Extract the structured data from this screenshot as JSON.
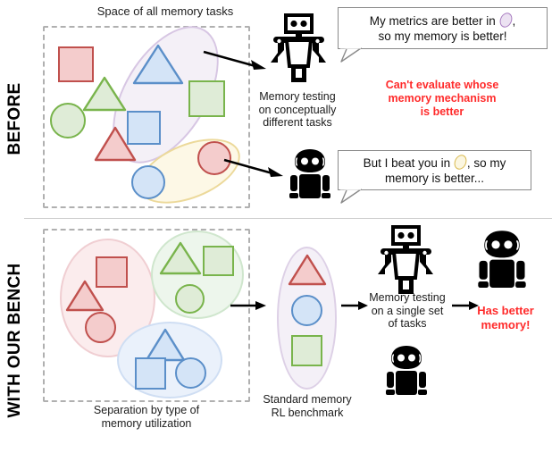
{
  "figure": {
    "sections": [
      {
        "id": "before",
        "side_label": "BEFORE"
      },
      {
        "id": "with_bench",
        "side_label": "WITH OUR BENCH"
      }
    ]
  },
  "top": {
    "title": "Space of all memory tasks",
    "testing_caption": "Memory testing\non conceptually\ndifferent tasks",
    "conclusion": "Can't evaluate whose\nmemory mechanism\nis better",
    "bubble1": {
      "pre": "My metrics are better in",
      "post": ",",
      "line2": "so my memory is better!",
      "ellipse_color": "#c9a8d4",
      "ellipse_fill": "#ece2f2"
    },
    "bubble2": {
      "pre": "But I beat you in",
      "post": ", so my",
      "line2": "memory is better...",
      "ellipse_color": "#d9b94e",
      "ellipse_fill": "#fbf6e0"
    },
    "groups": [
      {
        "name": "purple-cluster",
        "fill": "#f4f0f7",
        "stroke": "#d7c6e3"
      },
      {
        "name": "yellow-cluster",
        "fill": "#fdf8e6",
        "stroke": "#ecd99a"
      }
    ],
    "shapes": [
      {
        "type": "square",
        "color": "red"
      },
      {
        "type": "triangle",
        "color": "blue"
      },
      {
        "type": "triangle",
        "color": "green"
      },
      {
        "type": "square",
        "color": "green"
      },
      {
        "type": "circle",
        "color": "green"
      },
      {
        "type": "square",
        "color": "blue"
      },
      {
        "type": "triangle",
        "color": "red"
      },
      {
        "type": "circle",
        "color": "red"
      },
      {
        "type": "circle",
        "color": "blue"
      }
    ]
  },
  "bottom": {
    "separation_caption": "Separation by type of\nmemory utilization",
    "benchmark_caption": "Standard memory\nRL benchmark",
    "testing_caption": "Memory testing\non a single set\nof tasks",
    "conclusion": "Has better\nmemory!",
    "groups": [
      {
        "name": "red-group",
        "fill": "#fbeced",
        "stroke": "#f0ced2",
        "shapes": [
          "square",
          "triangle",
          "circle"
        ],
        "color": "red"
      },
      {
        "name": "green-group",
        "fill": "#edf6ec",
        "stroke": "#cfe6cd",
        "shapes": [
          "triangle",
          "square",
          "circle"
        ],
        "color": "green"
      },
      {
        "name": "blue-group",
        "fill": "#eaf1fb",
        "stroke": "#cfdef3",
        "shapes": [
          "triangle",
          "square",
          "circle"
        ],
        "color": "blue"
      }
    ],
    "benchmark_group": {
      "name": "benchmark-cluster",
      "fill": "#f4f0f7",
      "stroke": "#ddd0e6",
      "shapes": [
        "triangle",
        "circle",
        "square"
      ]
    }
  },
  "palette": {
    "red_stroke": "#c0504d",
    "red_fill": "#f4cccc",
    "green_stroke": "#79b44c",
    "green_fill": "#dfecd7",
    "blue_stroke": "#5b8fc9",
    "blue_fill": "#d4e4f7",
    "red_text": "#ff2b2b",
    "dashed_border": "#b0b0b0",
    "robot_black": "#000000"
  },
  "icons": {
    "robot_a": "robot-standing-icon",
    "robot_b": "robot-sitting-icon",
    "arrow": "arrow-right-icon"
  }
}
